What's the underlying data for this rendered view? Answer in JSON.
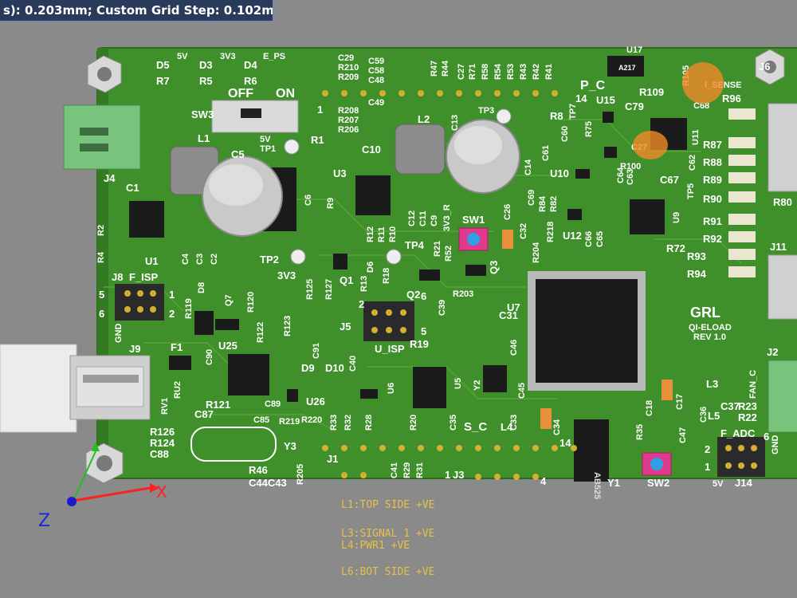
{
  "status": {
    "text": "s): 0.203mm; Custom Grid Step: 0.102mm"
  },
  "board": {
    "labels": {
      "d5": "D5",
      "r7": "R7",
      "v5": "5V",
      "d3": "D3",
      "r5": "R5",
      "v33": "3V3",
      "d4": "D4",
      "r6": "R6",
      "eps": "E_PS",
      "off": "OFF",
      "on": "ON",
      "sw3": "SW3",
      "l1": "L1",
      "c5": "C5",
      "c1": "C1",
      "j4": "J4",
      "u1": "U1",
      "r2": "R2",
      "r4": "R4",
      "c4": "C4",
      "c3": "C3",
      "c2": "C2",
      "j8": "J8",
      "fisp": "F_ISP",
      "d8": "D8",
      "q7": "Q7",
      "r119": "R119",
      "r120": "R120",
      "gnd": "GND",
      "j9": "J9",
      "f1": "F1",
      "u25": "U25",
      "rv1": "RV1",
      "ru2": "RU2",
      "r126": "R126",
      "r124": "R124",
      "c88": "C88",
      "c87": "C87",
      "r121": "R121",
      "y3": "Y3",
      "r46": "R46",
      "c44c43": "C44C43",
      "r205": "R205",
      "j1": "J1",
      "j3": "J3",
      "c29": "C29",
      "c59": "C59",
      "r210": "R210",
      "c58": "C58",
      "r209": "R209",
      "c48": "C48",
      "c49": "C49",
      "r208": "R208",
      "r207": "R207",
      "r206": "R206",
      "l2": "L2",
      "c13": "C13",
      "u3": "U3",
      "c10": "C10",
      "tp1": "TP1",
      "r1": "R1",
      "c6": "C6",
      "r9": "R9",
      "tp2": "TP2",
      "v33b": "3V3",
      "q1": "Q1",
      "d6": "D6",
      "r18": "R18",
      "tp4": "TP4",
      "q2": "Q2",
      "sw1": "SW1",
      "c26": "C26",
      "c32": "C32",
      "q3": "Q3",
      "j5": "J5",
      "uisp": "U_ISP",
      "r19": "R19",
      "u5": "U5",
      "y2": "Y2",
      "u6": "U6",
      "d9": "D9",
      "d10": "D10",
      "c91": "C91",
      "u26": "U26",
      "sc": "S_C",
      "l4": "L4",
      "c33": "C33",
      "c34": "C34",
      "c35": "C35",
      "r20": "R20",
      "r29": "R29",
      "r31": "R31",
      "c41": "C41",
      "r28": "R28",
      "r32": "R32",
      "r33": "R33",
      "pc": "P_C",
      "tp7": "TP7",
      "tp3": "TP3",
      "r8": "R8",
      "u15": "U15",
      "c79": "C79",
      "r109": "R109",
      "r105": "R105",
      "u11": "U11",
      "r96": "R96",
      "isense": "I_SENSE",
      "j6": "J6",
      "r87": "R87",
      "r88": "R88",
      "r89": "R89",
      "r90": "R90",
      "r80": "R80",
      "r91": "R91",
      "r92": "R92",
      "r93": "R93",
      "r94": "R94",
      "j11": "J11",
      "u9": "U9",
      "tp5": "TP5",
      "r72": "R72",
      "u10": "U10",
      "u12": "U12",
      "u7": "U7",
      "c31": "C31",
      "grl": "GRL",
      "qi": "QI-ELOAD",
      "rev": "REV 1.0",
      "j2": "J2",
      "fanc": "FAN_C",
      "l3": "L3",
      "l5": "L5",
      "c36": "C36",
      "c37": "C37",
      "r23": "R23",
      "r22": "R22",
      "c17": "C17",
      "c47": "C47",
      "fadc": "F_ADC",
      "j14": "J14",
      "sw2": "SW2",
      "y1": "Y1",
      "ab525": "AB525",
      "v5b": "5V",
      "gndb": "GND",
      "a217": "A217",
      "c64": "C64",
      "c67": "C67",
      "c62": "C62",
      "c69": "C69",
      "c14": "C14",
      "c61": "C61",
      "u17": "U17",
      "r204": "R204",
      "c46": "C46",
      "c45": "C45",
      "c18": "C18",
      "r35": "R35",
      "c27": "C27",
      "c12": "C12",
      "c11": "C11",
      "c9": "C9",
      "v33r": "3V3_R",
      "r12": "R12",
      "r11": "R11",
      "r10": "R10",
      "r13": "R13",
      "r21": "R21",
      "r52": "R52",
      "r125": "R125",
      "r127": "R127",
      "r123": "R123",
      "r122": "R122",
      "c90": "C90",
      "c40": "C40",
      "c39": "C39",
      "r203": "R203",
      "c85": "C85",
      "c89": "C89",
      "r219": "R219",
      "r220": "R220",
      "r84": "R84",
      "r82": "R82",
      "r218": "R218",
      "c66": "C66",
      "c65": "C65",
      "r100": "R100",
      "r75": "R75",
      "c60": "C60",
      "r47": "R47",
      "r44": "R44",
      "c27b": "C27",
      "r71": "R71",
      "r58": "R58",
      "r54": "R54",
      "r53": "R53",
      "r43": "R43",
      "r42": "R42",
      "r41": "R41",
      "c68": "C68",
      "c63": "C63"
    },
    "pin_nums": {
      "p14": "14",
      "p1": "1",
      "p1b": "1",
      "p4": "4",
      "p14b": "14",
      "p5": "5",
      "p6": "6",
      "p2": "2",
      "p6b": "6",
      "p5b": "5",
      "p1c": "1",
      "p2b": "2",
      "p6c": "6",
      "p1d": "1",
      "p2c": "2"
    }
  },
  "legend": {
    "l1": "L1:TOP SIDE  +VE",
    "l3": "L3:SIGNAL 1  +VE",
    "l4": "L4:PWR1  +VE",
    "l6": "L6:BOT SIDE  +VE"
  },
  "axes": {
    "x": "X",
    "z": "Z"
  },
  "colors": {
    "pcb": "#3f8f2a",
    "pcb_dark": "#2f7a1e",
    "background": "#8a8a8a",
    "silk": "#ffffff",
    "legend": "#e8c046"
  }
}
